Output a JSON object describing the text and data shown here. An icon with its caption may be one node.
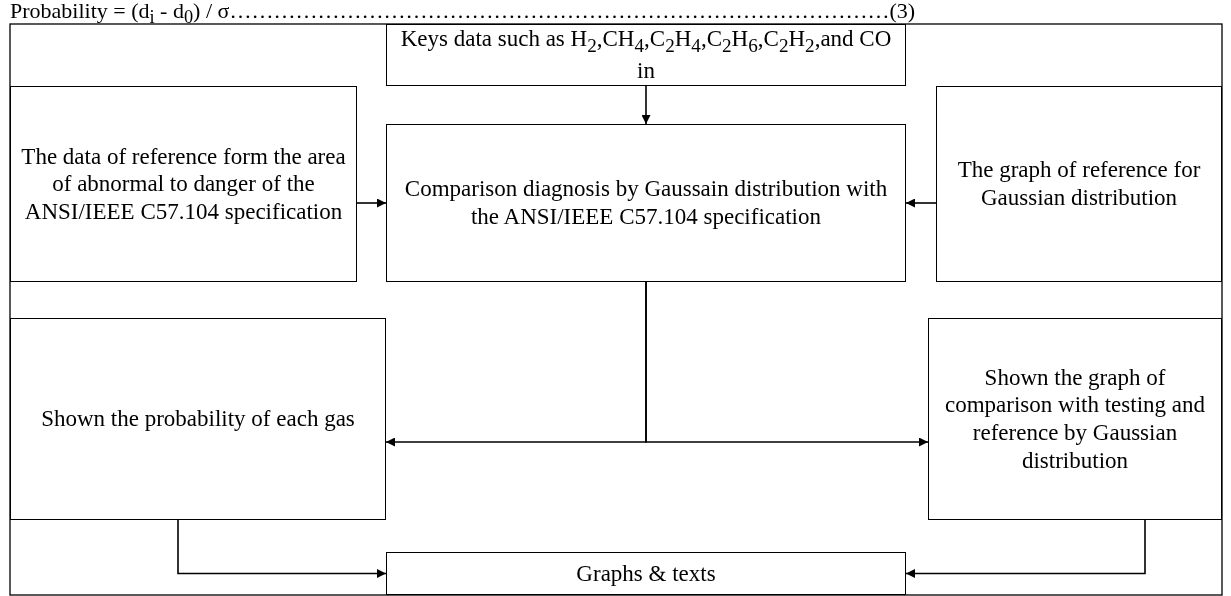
{
  "diagram": {
    "nodes": [
      {
        "text": [
          "Keys data such as H$_{2}$,CH$_{4}$,C$_{2}$H$_{4}$,C$_{2}$H$_{6}$,C$_{2}$H$_{2}$,and CO in"
        ]
      },
      {
        "text": [
          "The data of reference form the area of abnormal to danger of the ANSI/IEEE C57.104 specification"
        ]
      },
      {
        "text": [
          "Comparison diagnosis by Gaussain distribution with the ANSI/IEEE C57.104 specification"
        ]
      },
      {
        "text": [
          "The graph of reference for Gaussian distribution"
        ]
      },
      {
        "text": [
          "Shown the probability of each gas"
        ]
      },
      {
        "text": [
          "Shown the graph of comparison with testing and reference by Gaussian distribution"
        ]
      },
      {
        "text": [
          "Graphs & texts"
        ]
      }
    ],
    "edges": [
      {
        "from": 0,
        "to": 2,
        "arrow": "to"
      },
      {
        "from": 1,
        "to": 2,
        "arrow": "to"
      },
      {
        "from": 3,
        "to": 2,
        "arrow": "to"
      },
      {
        "from": 2,
        "to": 4,
        "arrow": "to"
      },
      {
        "from": 2,
        "to": 5,
        "arrow": "to"
      },
      {
        "from": 4,
        "to": 6,
        "arrow": "to"
      },
      {
        "from": 5,
        "to": 6,
        "arrow": "to"
      }
    ],
    "labels": [
      "Probability = (d$_{i}$ - d$_{0}$) / σ………………………………………………………………………………(3)"
    ]
  }
}
